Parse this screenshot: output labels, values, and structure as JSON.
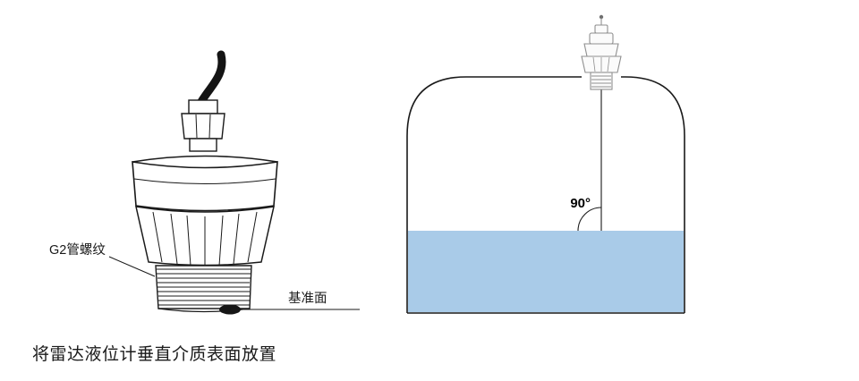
{
  "caption": {
    "text": "将雷达液位计垂直介质表面放置"
  },
  "sensor_figure": {
    "g2_thread_label": "G2管螺纹",
    "datum_label": "基准面"
  },
  "tank_figure": {
    "angle_label": "90°"
  },
  "colors": {
    "line": "#1a1a1a",
    "cable": "#141414",
    "liquid": "#a9cbe8",
    "sensor_icon_line": "#8f8f8f",
    "background": "#ffffff"
  }
}
